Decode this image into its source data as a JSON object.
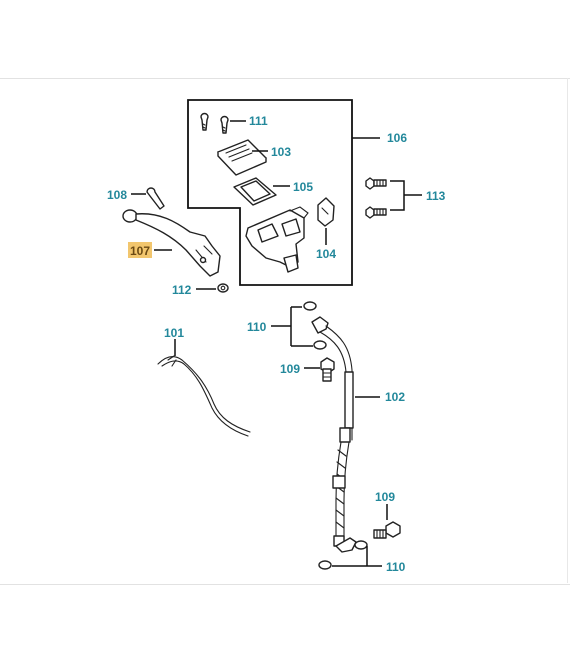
{
  "diagram": {
    "callouts": [
      {
        "id": "c111",
        "text": "111"
      },
      {
        "id": "c103",
        "text": "103"
      },
      {
        "id": "c106",
        "text": "106"
      },
      {
        "id": "c105",
        "text": "105"
      },
      {
        "id": "c113",
        "text": "113"
      },
      {
        "id": "c108",
        "text": "108"
      },
      {
        "id": "c107",
        "text": "107",
        "highlighted": true
      },
      {
        "id": "c104",
        "text": "104"
      },
      {
        "id": "c112",
        "text": "112"
      },
      {
        "id": "c110a",
        "text": "110"
      },
      {
        "id": "c101",
        "text": "101"
      },
      {
        "id": "c109a",
        "text": "109"
      },
      {
        "id": "c102",
        "text": "102"
      },
      {
        "id": "c109b",
        "text": "109"
      },
      {
        "id": "c110b",
        "text": "110"
      }
    ],
    "colors": {
      "callout_text": "#23889b",
      "highlight_bg": "#f2c66e",
      "line": "#111111"
    }
  }
}
